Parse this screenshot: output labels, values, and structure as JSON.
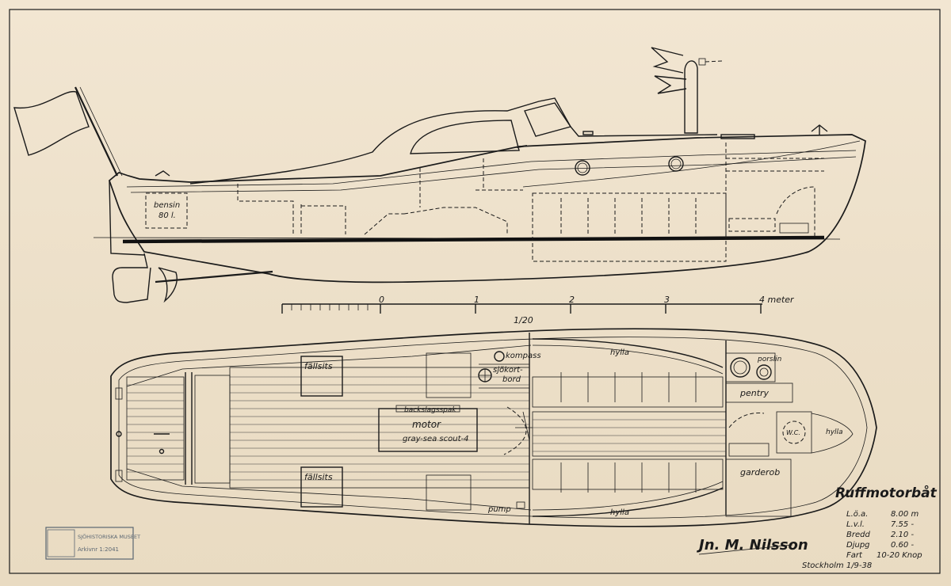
{
  "drawing": {
    "title": "Ruffmotorbåt",
    "specs": [
      {
        "label": "L.ö.a.",
        "value": "8.00 m"
      },
      {
        "label": "L.v.l.",
        "value": "7.55 -"
      },
      {
        "label": "Bredd",
        "value": "2.10 -"
      },
      {
        "label": "Djupg",
        "value": "0.60 -"
      },
      {
        "label": "Fart",
        "value": "10-20 Knop"
      }
    ],
    "signature": "Jn. M. Nilsson",
    "place_date": "Stockholm 1/9-38",
    "scale_ratio": "1/20",
    "scale_ticks": [
      "0",
      "1",
      "2",
      "3",
      "4 meter"
    ]
  },
  "profile_labels": {
    "fuel_tank": "bensin",
    "fuel_volume": "80 l."
  },
  "plan_labels": {
    "seat_upper": "fällsits",
    "seat_lower": "fällsits",
    "compass": "kompass",
    "chart_table_1": "sjökort-",
    "chart_table_2": "bord",
    "reverse_lever": "backslagsspak",
    "engine": "motor",
    "engine_model": "gray-sea scout-4",
    "pump": "pump",
    "shelf_upper": "hylla",
    "shelf_lower": "hylla",
    "stove": "porslin",
    "pantry": "pentry",
    "wc": "W.C.",
    "shelf_bow": "hylla",
    "wardrobe": "garderob"
  },
  "stamp": {
    "line1": "SJÖHISTORISKA MUSEET",
    "line2": "Arkivnr 1:2041"
  },
  "colors": {
    "paper": "#efe3cf",
    "ink": "#1b1b1b",
    "stamp": "#5a6672"
  }
}
